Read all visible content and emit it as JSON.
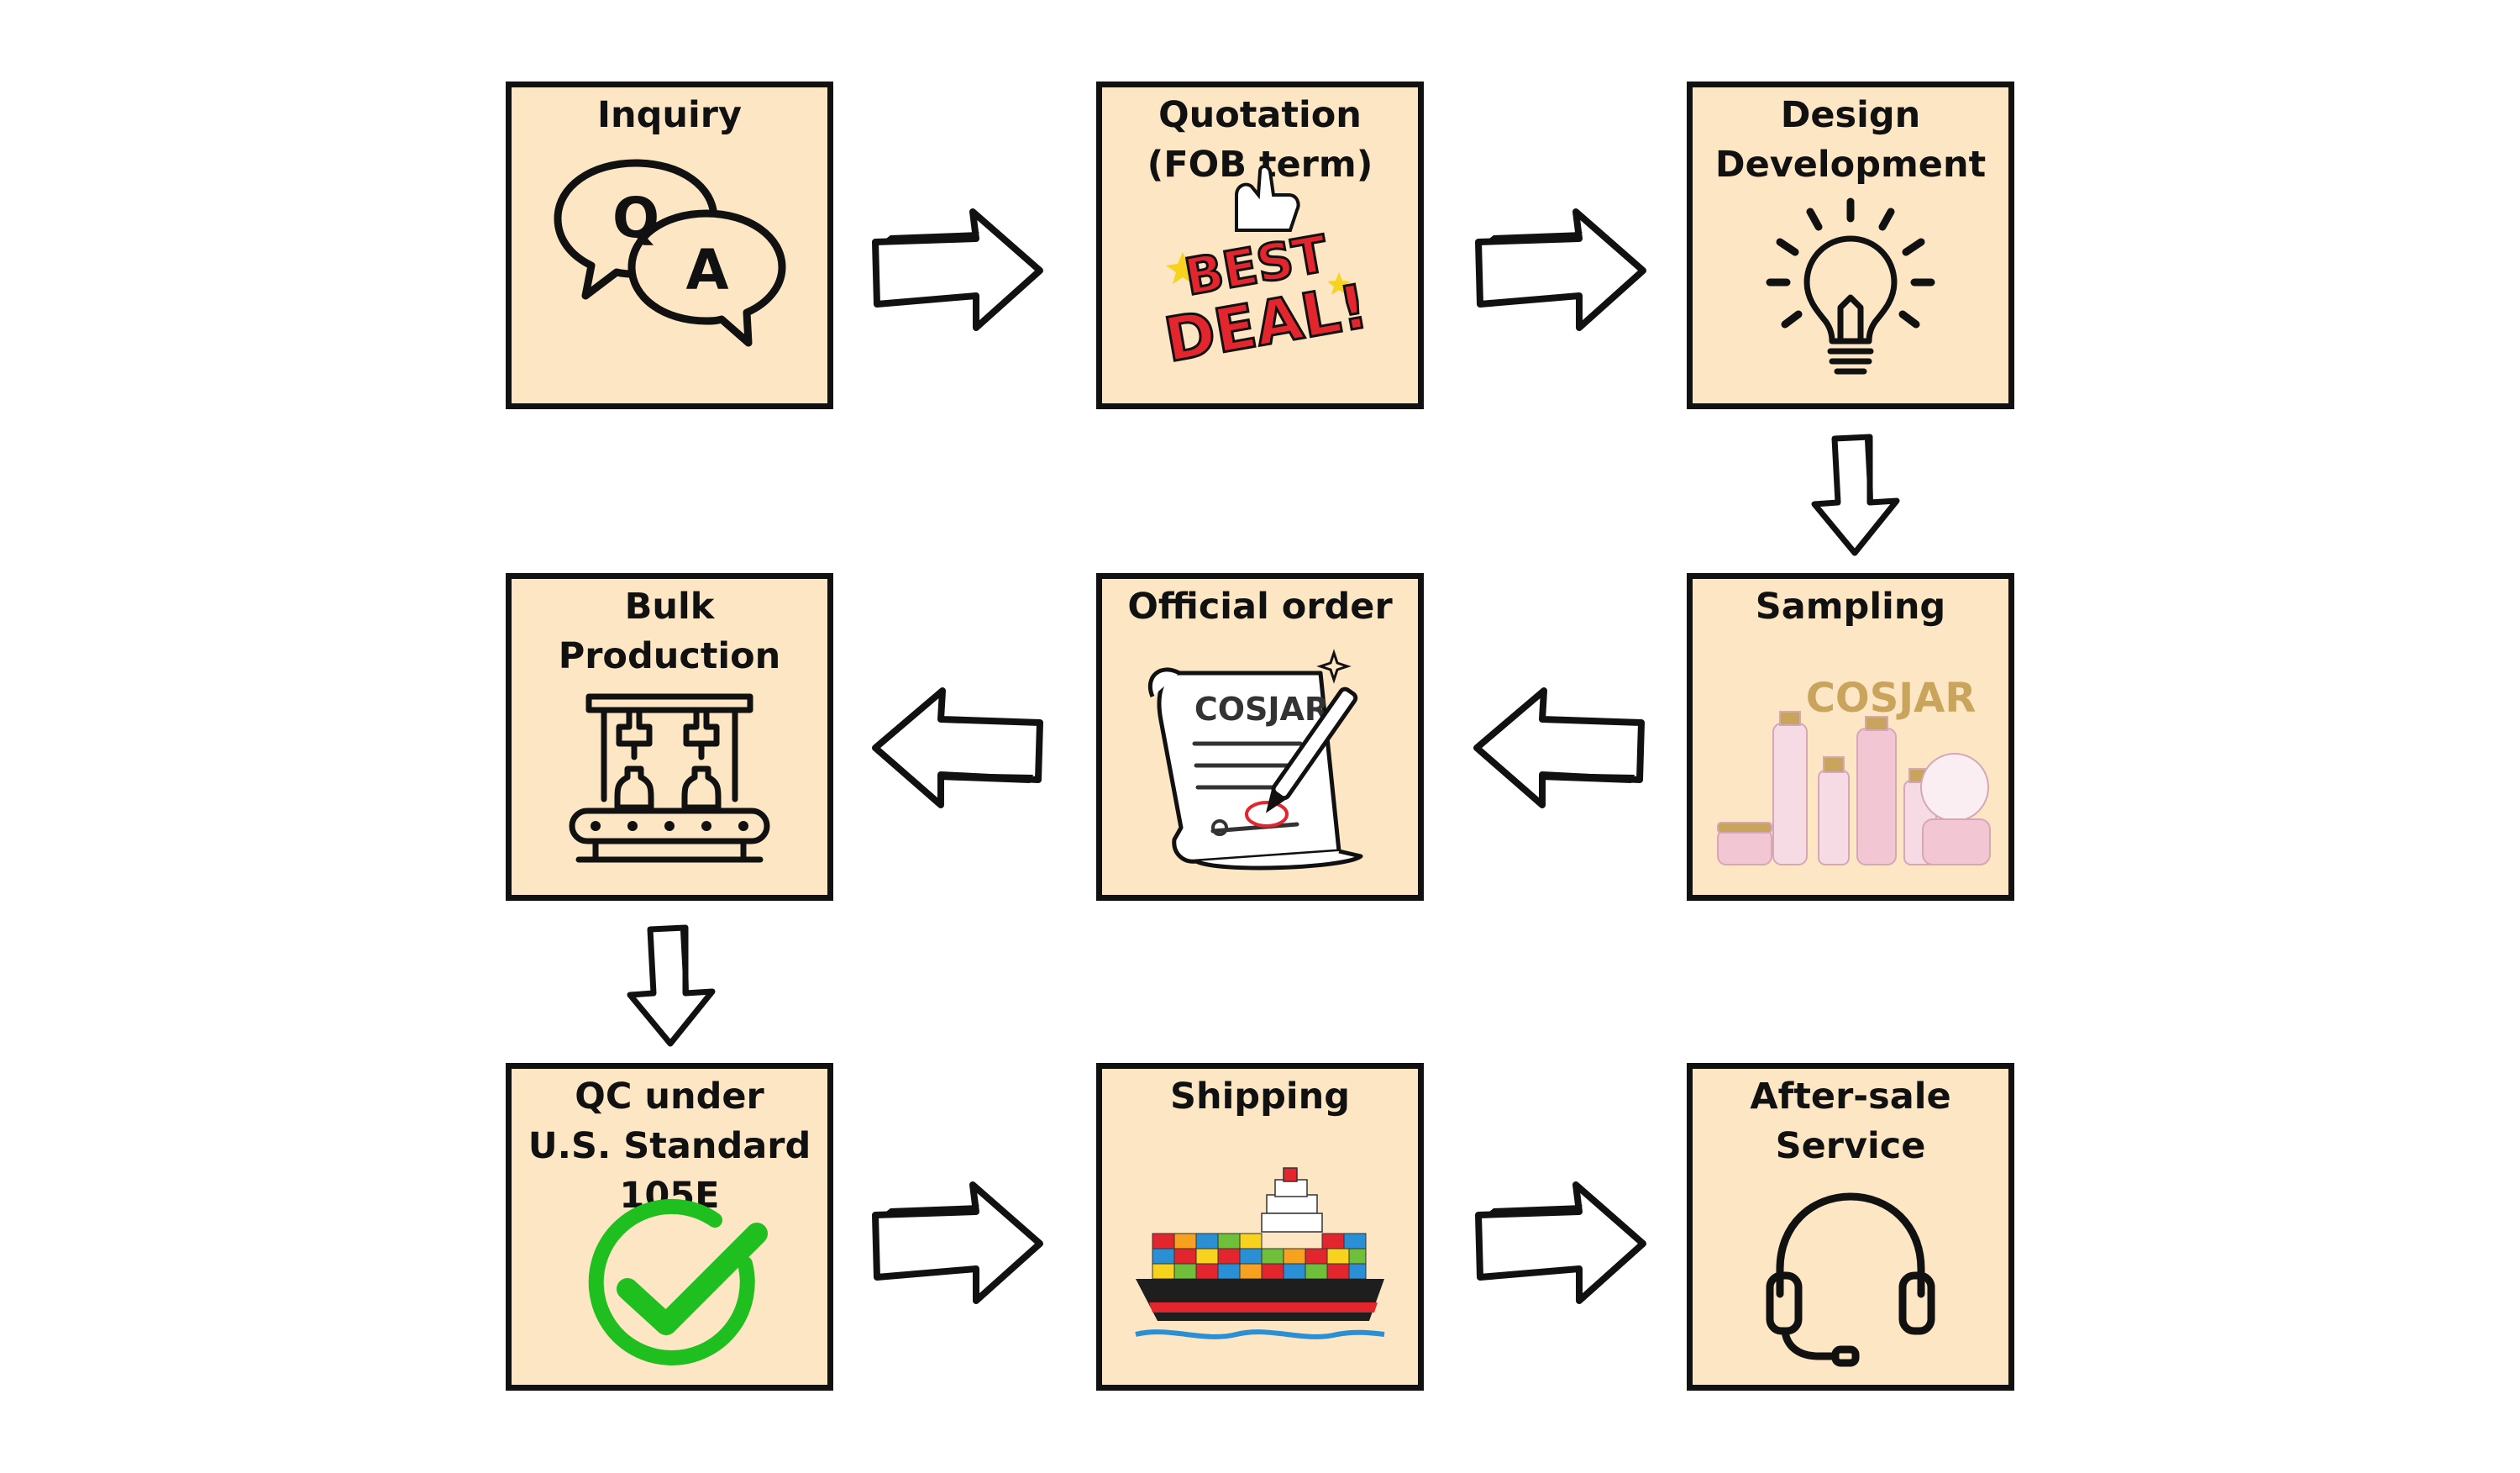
{
  "steps": [
    {
      "title_lines": [
        "Inquiry"
      ],
      "icon": "qa-chat-icon"
    },
    {
      "title_lines": [
        "Quotation",
        "(FOB term)"
      ],
      "icon": "best-deal-icon",
      "badge": [
        "BEST",
        "DEAL!"
      ]
    },
    {
      "title_lines": [
        "Design",
        "Development"
      ],
      "icon": "lightbulb-icon"
    },
    {
      "title_lines": [
        "Sampling"
      ],
      "icon": "cosmetic-bottles-icon",
      "brand": "COSJAR"
    },
    {
      "title_lines": [
        "Official order"
      ],
      "icon": "signed-contract-icon",
      "brand": "COSJAR"
    },
    {
      "title_lines": [
        "Bulk",
        "Production"
      ],
      "icon": "production-line-icon"
    },
    {
      "title_lines": [
        "QC under",
        "U.S. Standard",
        "105E"
      ],
      "icon": "checkmark-icon"
    },
    {
      "title_lines": [
        "Shipping"
      ],
      "icon": "cargo-ship-icon"
    },
    {
      "title_lines": [
        "After-sale",
        "Service"
      ],
      "icon": "headset-icon"
    }
  ],
  "icons": {
    "qa_q": "Q",
    "qa_a": "A"
  },
  "colors": {
    "box_fill": "#fce6c4",
    "border": "#111111",
    "check_green": "#1fbf1f",
    "badge_red": "#e3262e",
    "badge_yellow": "#f7d21e",
    "brand_gold": "#c9a45c",
    "bottle_pink": "#f2c6d3"
  }
}
